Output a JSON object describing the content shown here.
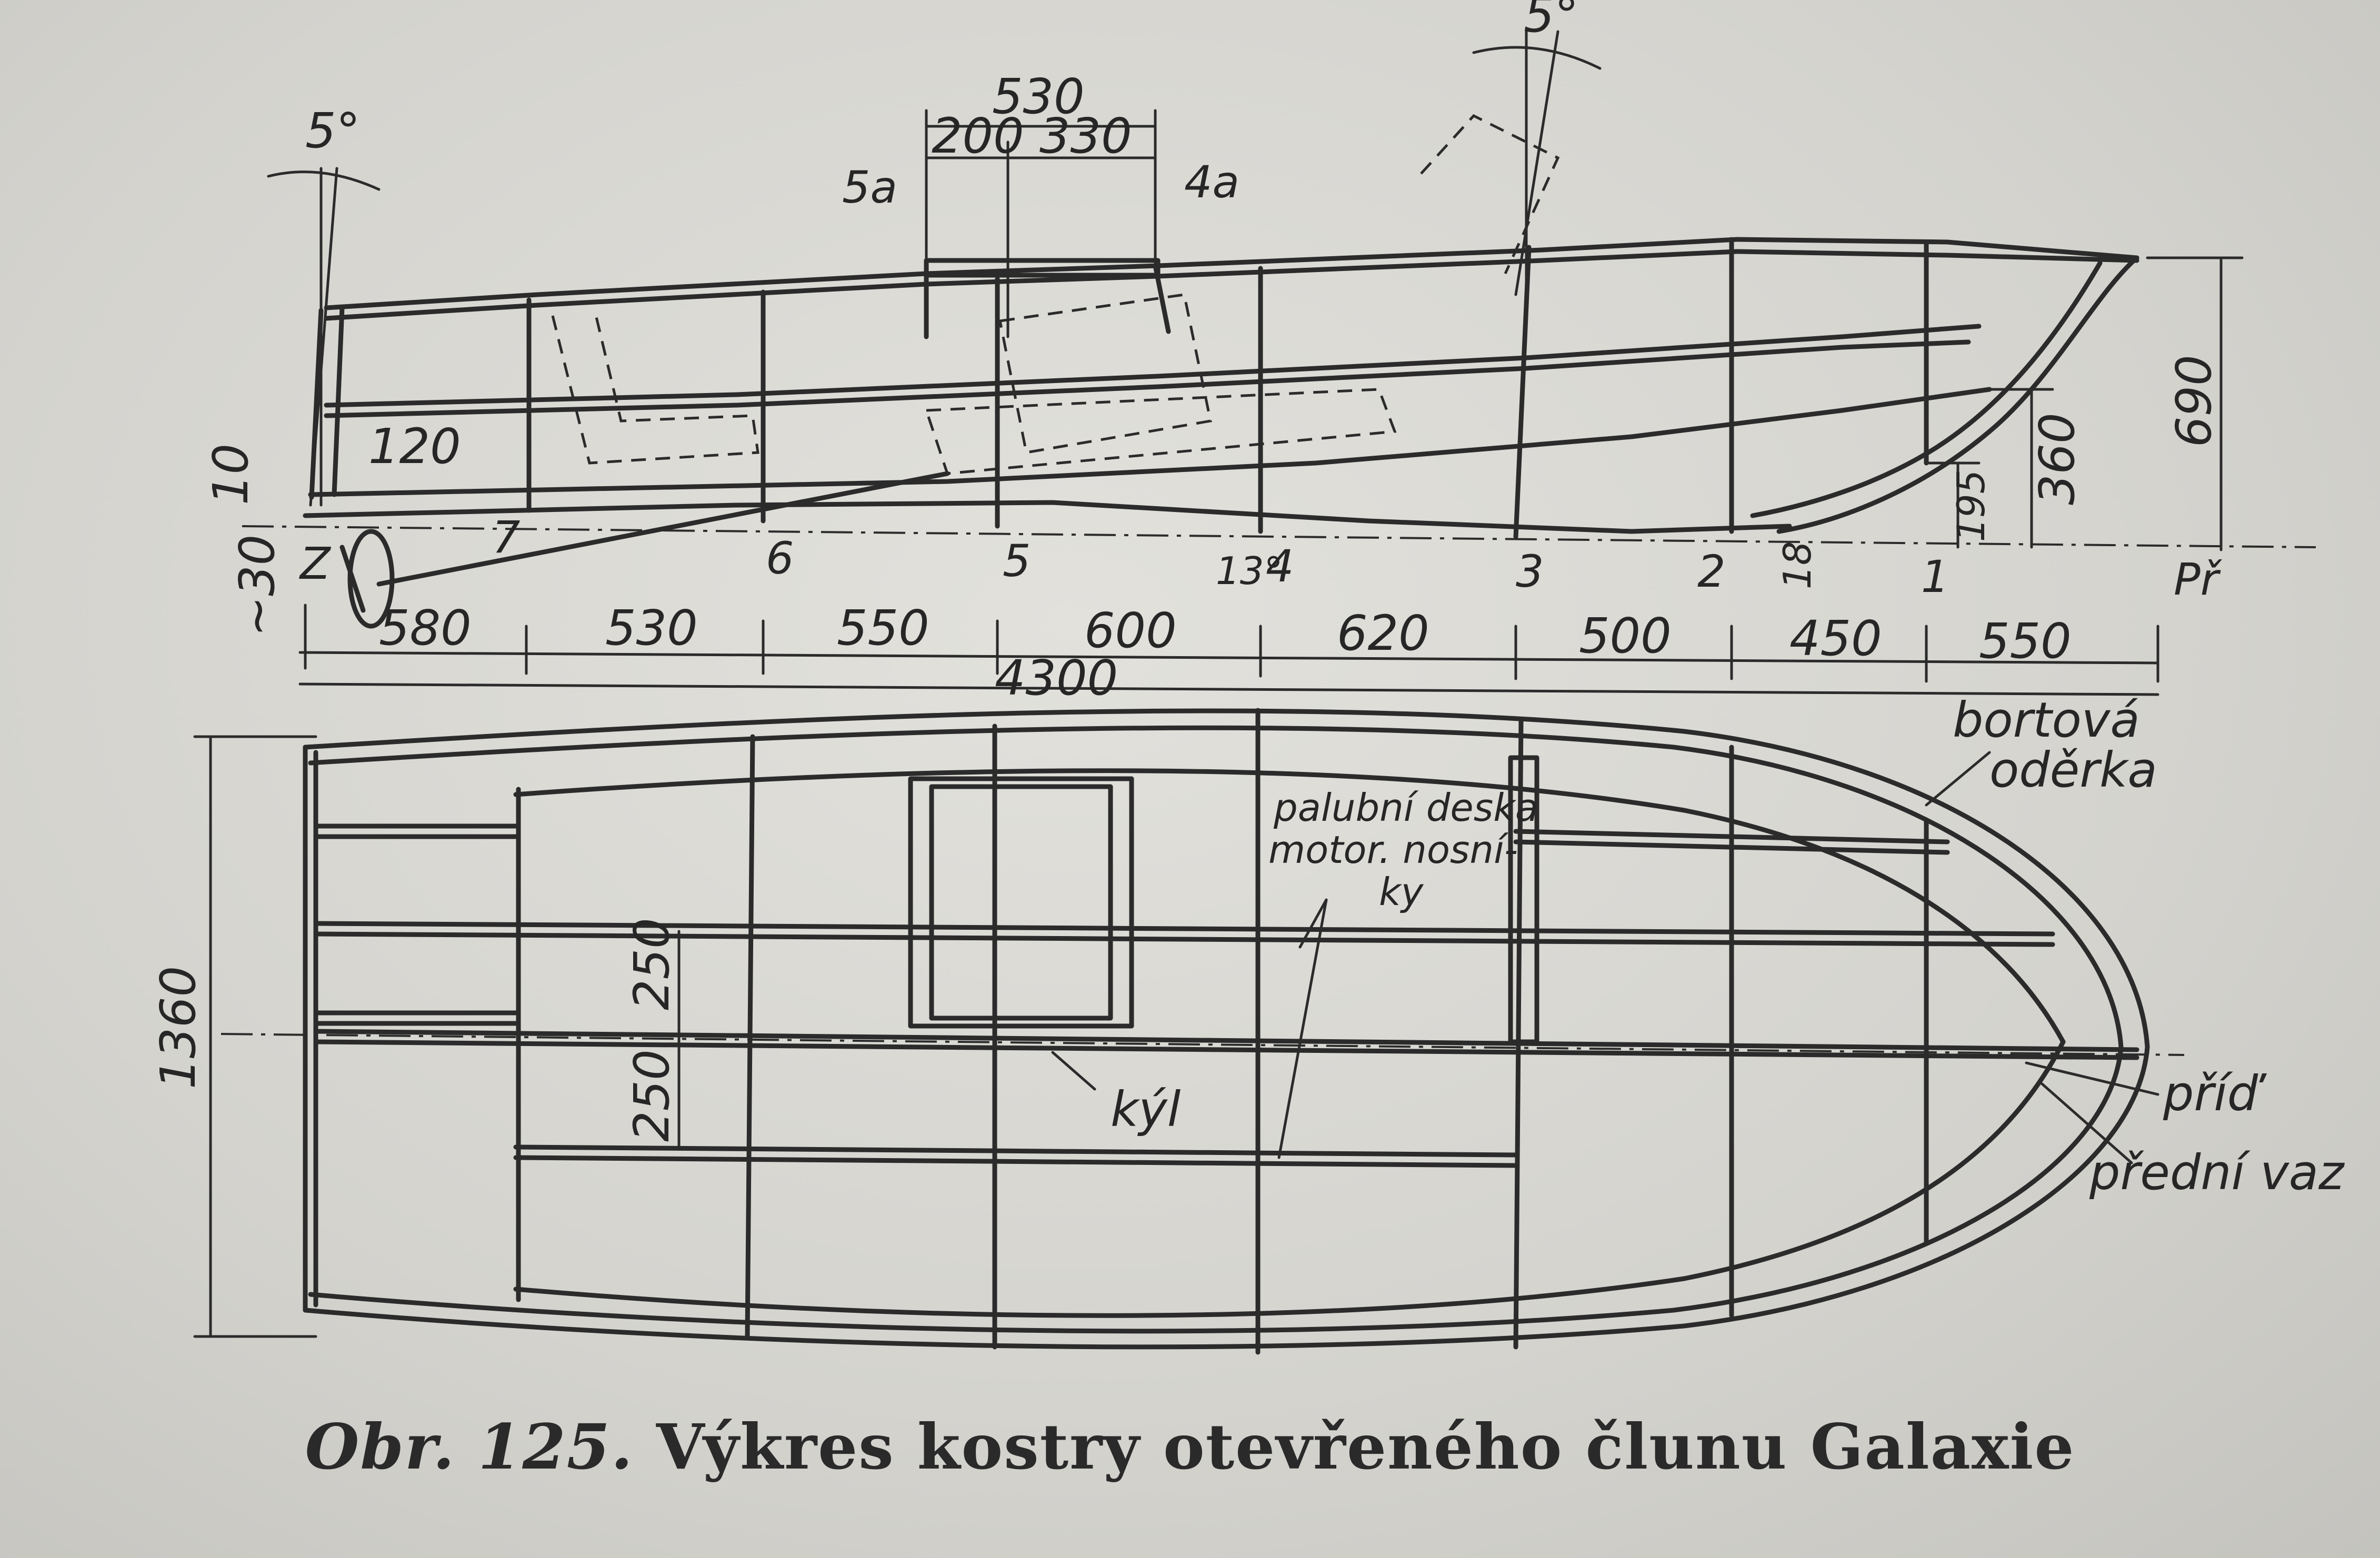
{
  "caption": {
    "number": "Obr. 125.",
    "text": "Výkres kostry otevřeného člunu Galaxie"
  },
  "side_view": {
    "angle_stern": "5°",
    "angle_front": "5°",
    "dims_top": {
      "total": "530",
      "part_a": "200",
      "part_b": "330"
    },
    "frame_labels_top": {
      "a5": "5a",
      "a4": "4a"
    },
    "dims_small": {
      "d120": "120",
      "d10": "10",
      "d30": "~30",
      "d13": "13°",
      "d18": "18",
      "d195": "195",
      "d360": "360",
      "d690": "690"
    },
    "stations": [
      "Z",
      "7",
      "6",
      "5",
      "4",
      "3",
      "2",
      "1",
      "Př"
    ],
    "spacings": [
      "580",
      "530",
      "550",
      "600",
      "620",
      "500",
      "450",
      "550"
    ],
    "overall_length": "4300"
  },
  "plan_view": {
    "beam": "1360",
    "half_spacing_upper": "250",
    "half_spacing_lower": "250",
    "labels": {
      "bortova": "bortová",
      "oderka": "oděrka",
      "deska_1": "palubní deska",
      "deska_2": "motor. nosní-",
      "deska_3": "ky",
      "kyl": "kýl",
      "prid": "příď",
      "predni_vaz": "přední vaz"
    }
  }
}
